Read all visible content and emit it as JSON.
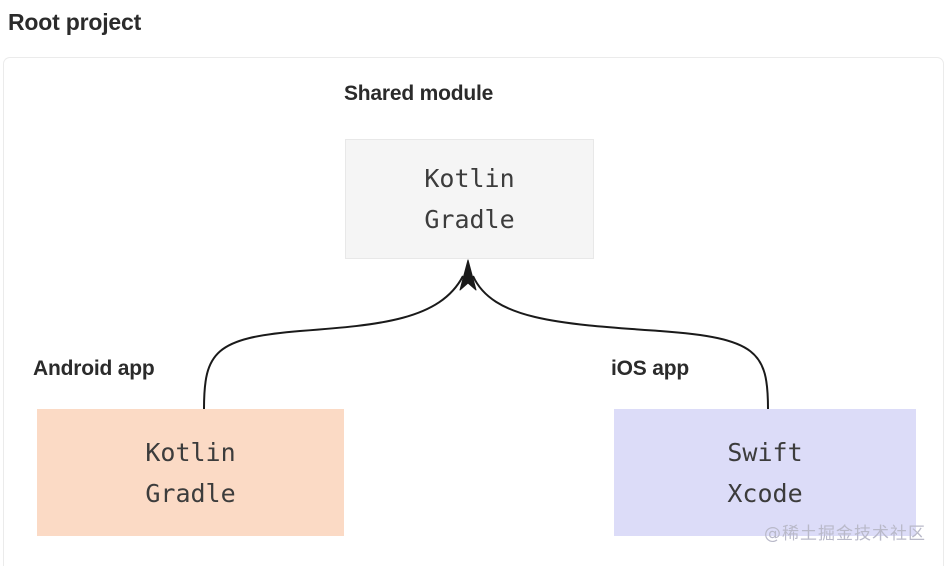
{
  "diagram": {
    "title": "Root project",
    "groups": [
      {
        "id": "shared",
        "label": "Shared module",
        "box": {
          "lines": [
            "Kotlin",
            "Gradle"
          ],
          "fill": "#f5f5f5",
          "border": "#e8e8e8"
        }
      },
      {
        "id": "android",
        "label": "Android app",
        "box": {
          "lines": [
            "Kotlin",
            "Gradle"
          ],
          "fill": "#fbdac5",
          "border": "none"
        }
      },
      {
        "id": "ios",
        "label": "iOS app",
        "box": {
          "lines": [
            "Swift",
            "Xcode"
          ],
          "fill": "#dcdcf8",
          "border": "none"
        }
      }
    ],
    "connectors": [
      {
        "from": "android",
        "to": "shared",
        "style": "curved-arrow"
      },
      {
        "from": "ios",
        "to": "shared",
        "style": "curved-arrow"
      }
    ],
    "arrow_color": "#1a1a1a",
    "panel_border_color": "#ebebeb",
    "text_color": "#2b2b2b"
  },
  "watermark": {
    "text": "@稀土掘金技术社区"
  }
}
